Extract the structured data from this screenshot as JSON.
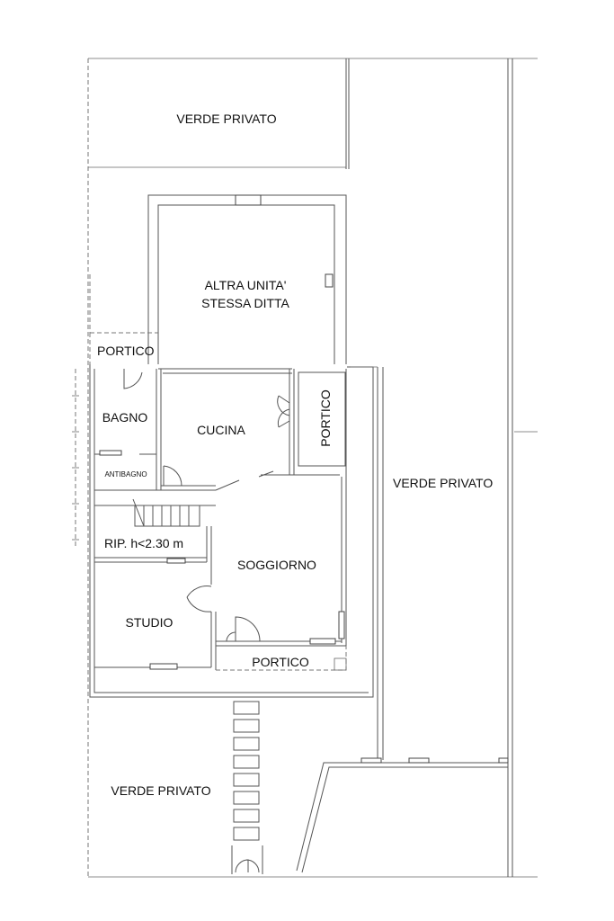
{
  "rooms": {
    "verde_privato_top": "VERDE PRIVATO",
    "altra_unita_line1": "ALTRA UNITA'",
    "altra_unita_line2": "STESSA DITTA",
    "portico_left": "PORTICO",
    "portico_right": "PORTICO",
    "portico_bottom": "PORTICO",
    "bagno": "BAGNO",
    "cucina": "CUCINA",
    "antibagno": "ANTIBAGNO",
    "rip": "RIP. h<2.30 m",
    "soggiorno": "SOGGIORNO",
    "studio": "STUDIO",
    "verde_privato_right": "VERDE PRIVATO",
    "verde_privato_bottom": "VERDE PRIVATO"
  }
}
